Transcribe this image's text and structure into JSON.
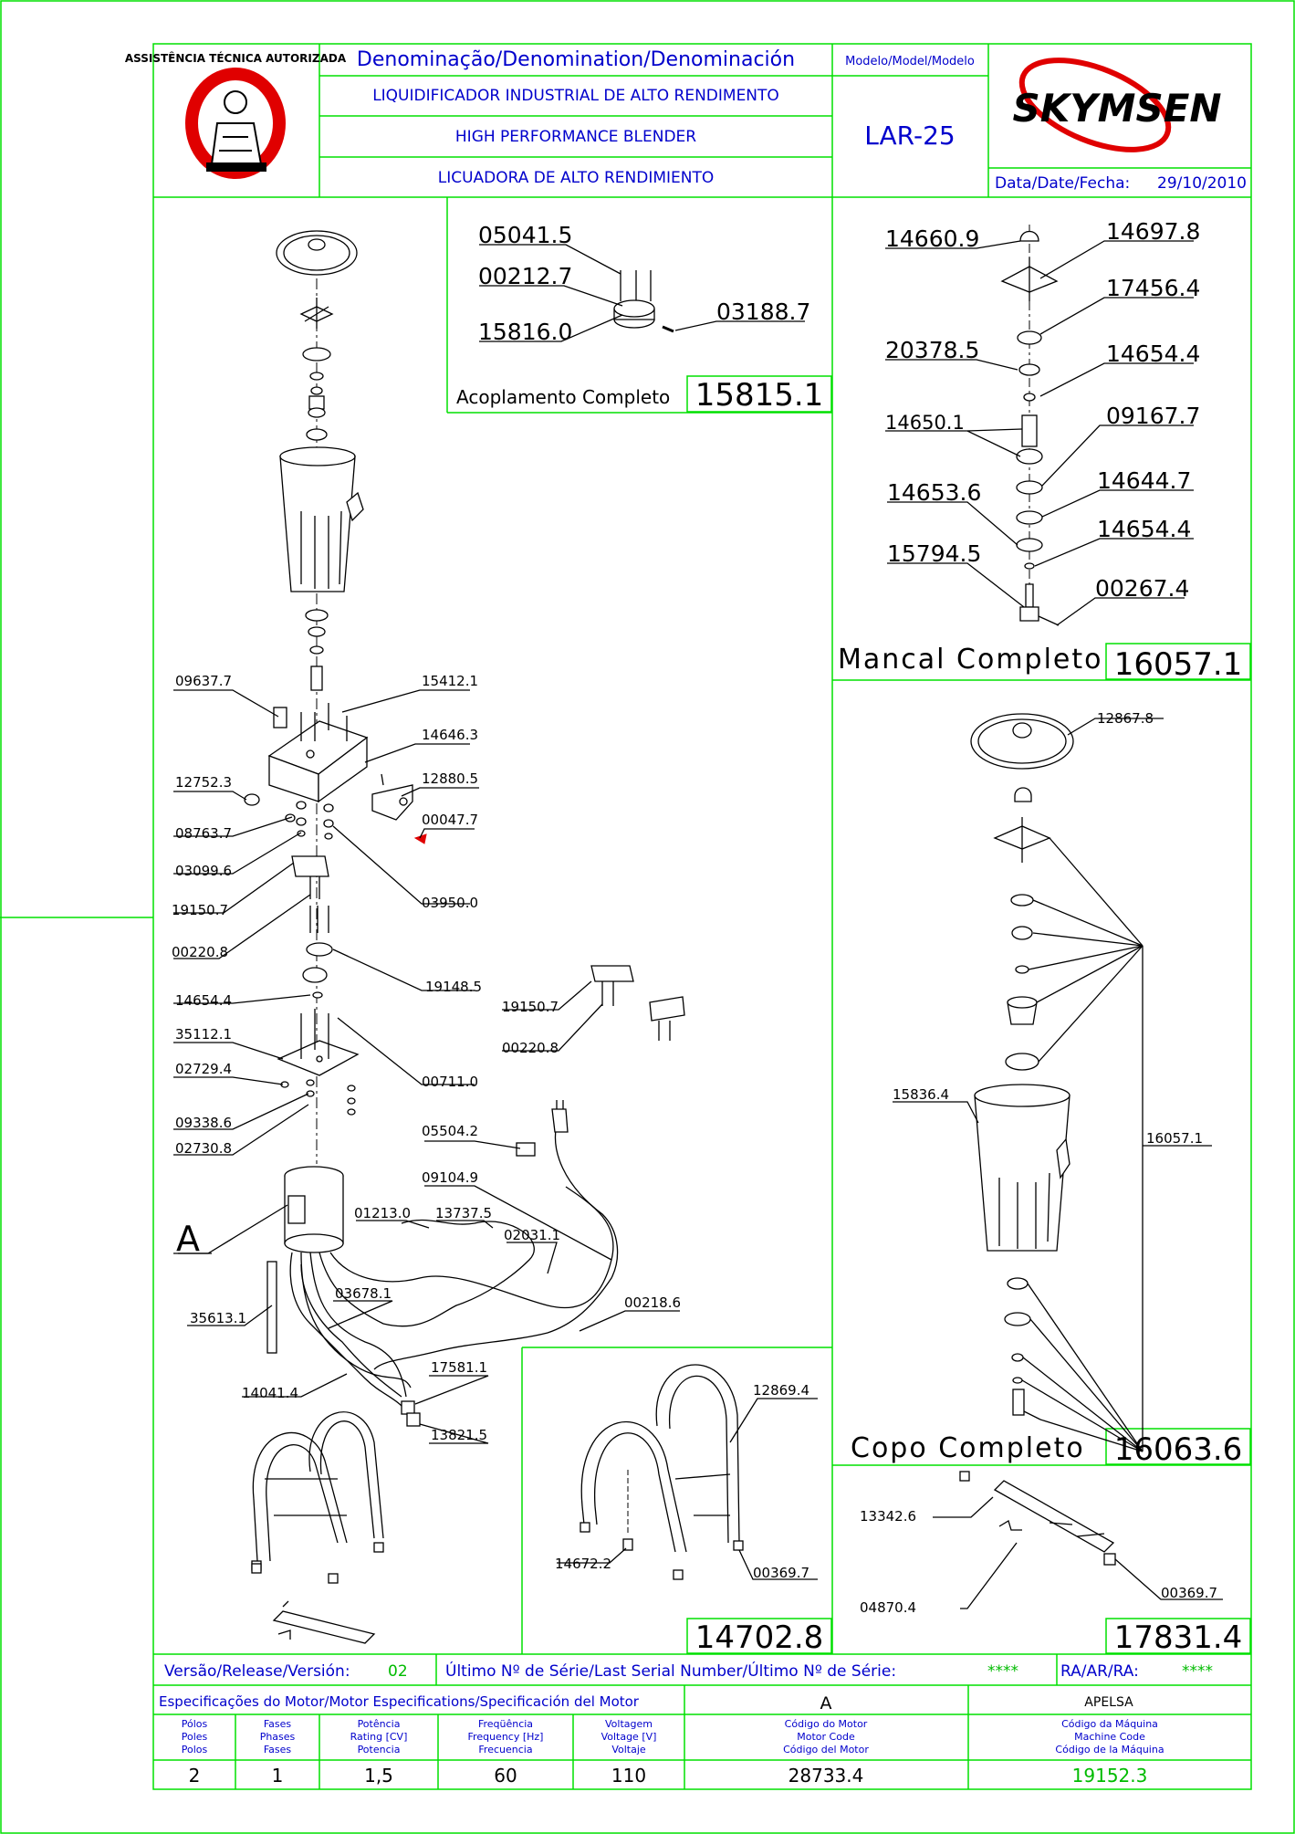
{
  "header": {
    "denomination_label": "Denominação/Denomination/Denominación",
    "name_pt": "LIQUIDIFICADOR INDUSTRIAL DE ALTO RENDIMENTO",
    "name_en": "HIGH PERFORMANCE BLENDER",
    "name_es": "LICUADORA DE ALTO RENDIMIENTO",
    "model_label": "Modelo/Model/Modelo",
    "model": "LAR-25",
    "brand": "SKYMSEN",
    "date_label": "Data/Date/Fecha:",
    "date": "29/10/2010",
    "seal_text": "ASSISTÊNCIA TÉCNICA AUTORIZADA"
  },
  "main_parts": {
    "p09637_7": "09637.7",
    "p15412_1": "15412.1",
    "p14646_3": "14646.3",
    "p12752_3": "12752.3",
    "p12880_5": "12880.5",
    "p00047_7": "00047.7",
    "p08763_7": "08763.7",
    "p03099_6": "03099.6",
    "p03950_0": "03950.0",
    "p19150_7": "19150.7",
    "p00220_8": "00220.8",
    "p19148_5": "19148.5",
    "p14654_4": "14654.4",
    "p35112_1": "35112.1",
    "p02729_4": "02729.4",
    "p00711_0": "00711.0",
    "p09338_6": "09338.6",
    "p02730_8": "02730.8",
    "p05504_2": "05504.2",
    "p09104_9": "09104.9",
    "p01213_0": "01213.0",
    "p13737_5": "13737.5",
    "p02031_1": "02031.1",
    "pA": "A",
    "p35613_1": "35613.1",
    "p03678_1": "03678.1",
    "p00218_6": "00218.6",
    "p17581_1": "17581.1",
    "p14041_4": "14041.4",
    "p13821_5": "13821.5",
    "p19150_7b": "19150.7",
    "p00220_8b": "00220.8"
  },
  "coupling": {
    "p05041_5": "05041.5",
    "p00212_7": "00212.7",
    "p15816_0": "15816.0",
    "p03188_7": "03188.7",
    "title": "Acoplamento Completo",
    "code": "15815.1"
  },
  "bearing": {
    "p14660_9": "14660.9",
    "p14697_8": "14697.8",
    "p17456_4": "17456.4",
    "p20378_5": "20378.5",
    "p14654_4": "14654.4",
    "p14650_1": "14650.1",
    "p09167_7": "09167.7",
    "p14644_7": "14644.7",
    "p14653_6": "14653.6",
    "p14654_4b": "14654.4",
    "p15794_5": "15794.5",
    "p00267_4": "00267.4",
    "title": "Mancal Completo",
    "code": "16057.1"
  },
  "cup": {
    "p12867_8": "12867.8",
    "p15836_4": "15836.4",
    "p16057_1": "16057.1",
    "title": "Copo Completo",
    "code": "16063.6"
  },
  "stand": {
    "p12869_4": "12869.4",
    "p14672_2": "14672.2",
    "p00369_7": "00369.7",
    "code": "14702.8"
  },
  "foot": {
    "p13342_6": "13342.6",
    "p04870_4": "04870.4",
    "p00369_7": "00369.7",
    "code": "17831.4"
  },
  "footer": {
    "version_label": "Versão/Release/Versión:",
    "version": "02",
    "serial_label": "Último Nº de Série/Last Serial Number/Último Nº de Série:",
    "serial": "****",
    "ra_label": "RA/AR/RA:",
    "ra": "****",
    "motor_spec_label": "Especificações do Motor/Motor Especifications/Specificación del Motor",
    "motor_letter": "A",
    "motor_maker": "APELSA",
    "h_poles": [
      "Pólos",
      "Poles",
      "Polos"
    ],
    "h_phases": [
      "Fases",
      "Phases",
      "Fases"
    ],
    "h_power": [
      "Potência",
      "Rating [CV]",
      "Potencia"
    ],
    "h_freq": [
      "Freqüência",
      "Frequency [Hz]",
      "Frecuencia"
    ],
    "h_volt": [
      "Voltagem",
      "Voltage [V]",
      "Voltaje"
    ],
    "h_motor": [
      "Código do Motor",
      "Motor Code",
      "Código del Motor"
    ],
    "h_machine": [
      "Código da Máquina",
      "Machine Code",
      "Código de la Máquina"
    ],
    "poles": "2",
    "phases": "1",
    "power": "1,5",
    "freq": "60",
    "volt": "110",
    "motor_code": "28733.4",
    "machine_code": "19152.3"
  },
  "colors": {
    "frame": "#00e000",
    "header_text": "#0000cc",
    "machine_code": "#00bb00",
    "brand_ring": "#e00000"
  }
}
